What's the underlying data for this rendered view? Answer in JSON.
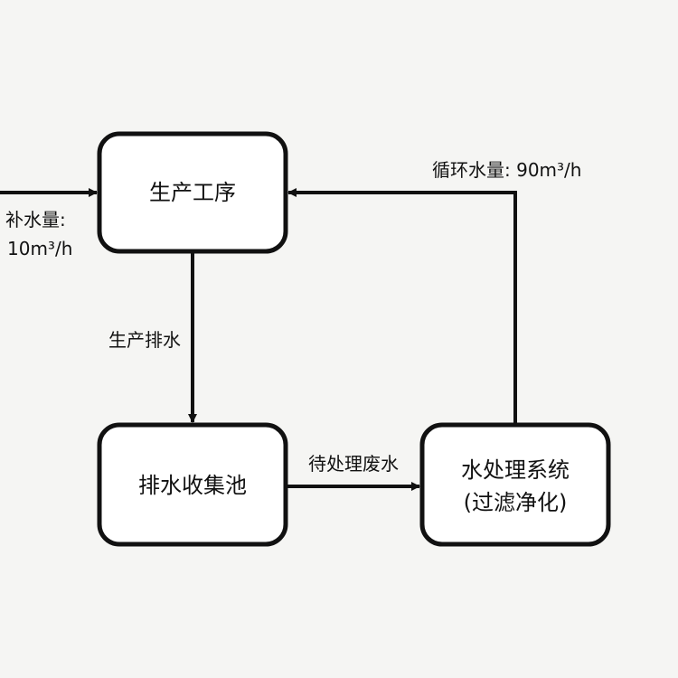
{
  "diagram": {
    "nodes": {
      "production": {
        "label": "生产工序"
      },
      "collection": {
        "label": "排水收集池"
      },
      "treatment": {
        "label_line1": "水处理系统",
        "label_line2": "(过滤净化)"
      }
    },
    "edges": {
      "makeup": {
        "label_line1": "补水量:",
        "label_line2": "10m³/h"
      },
      "drainage": {
        "label": "生产排水"
      },
      "wastewater": {
        "label": "待处理废水"
      },
      "recycle": {
        "label": "循环水量: 90m³/h"
      }
    }
  }
}
